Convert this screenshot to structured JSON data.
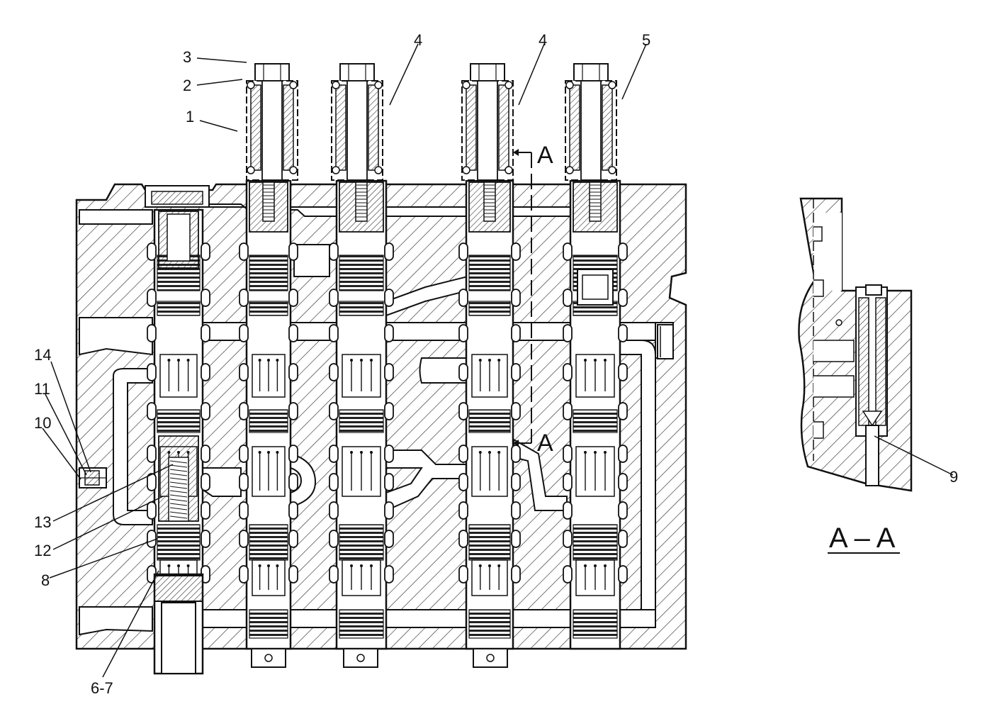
{
  "diagram": {
    "callouts": {
      "c1": "1",
      "c2": "2",
      "c3": "3",
      "c4a": "4",
      "c4b": "4",
      "c5": "5",
      "c6_7": "6-7",
      "c8": "8",
      "c9": "9",
      "c10": "10",
      "c11": "11",
      "c12": "12",
      "c13": "13",
      "c14": "14"
    },
    "section_marks": {
      "upper": "A",
      "lower": "A"
    },
    "section_view_title": "A – A"
  },
  "colors": {
    "line": "#111111",
    "background": "#ffffff"
  }
}
